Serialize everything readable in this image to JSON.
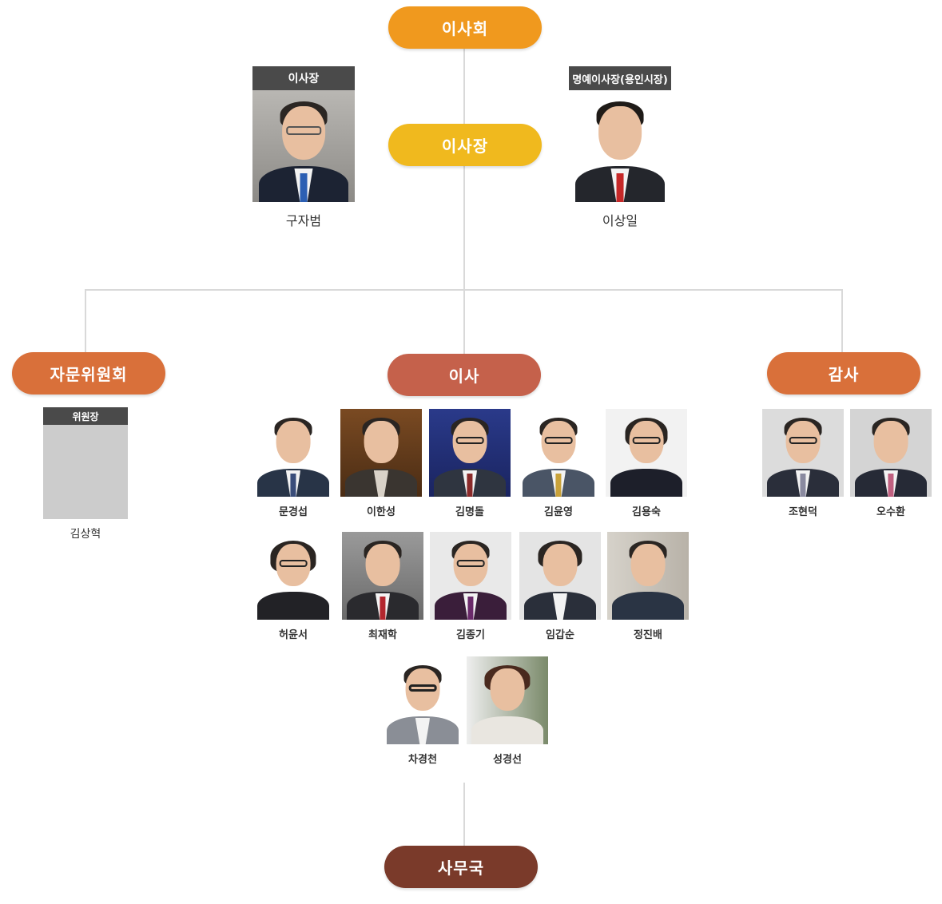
{
  "top": {
    "board": "이사회",
    "chairman_pill": "이사장"
  },
  "chairman": {
    "title": "이사장",
    "name": "구자범"
  },
  "honorary": {
    "title": "명예이사장(용인시장)",
    "name": "이상일"
  },
  "groups": {
    "advisory": "자문위원회",
    "directors": "이사",
    "auditors": "감사",
    "secretariat": "사무국"
  },
  "advisor": {
    "title": "위원장",
    "name": "김상혁"
  },
  "directors": [
    {
      "name": "문경섭"
    },
    {
      "name": "이한성"
    },
    {
      "name": "김명돌"
    },
    {
      "name": "김윤영"
    },
    {
      "name": "김용숙"
    },
    {
      "name": "허윤서"
    },
    {
      "name": "최재학"
    },
    {
      "name": "김종기"
    },
    {
      "name": "임갑순"
    },
    {
      "name": "정진배"
    },
    {
      "name": "차경천"
    },
    {
      "name": "성경선"
    }
  ],
  "auditors": [
    {
      "name": "조현덕"
    },
    {
      "name": "오수환"
    }
  ],
  "colors": {
    "board": "#f0991e",
    "chairman": "#f0b91e",
    "advisory": "#d9703a",
    "directors": "#c5614b",
    "auditors": "#d9703a",
    "secretariat": "#7a3a2a",
    "connector": "#d9d9d9",
    "card_header": "#4a4a4a"
  }
}
